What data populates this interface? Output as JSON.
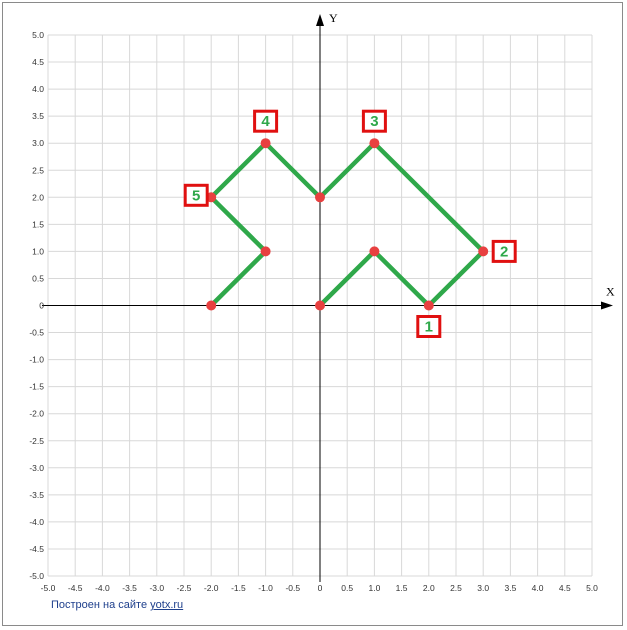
{
  "chart_data": {
    "type": "line",
    "title": "",
    "xlabel": "X",
    "ylabel": "Y",
    "xlim": [
      -5.0,
      5.0
    ],
    "ylim": [
      -5.0,
      5.0
    ],
    "grid": true,
    "x_ticks": [
      "-5.0",
      "-4.5",
      "-4.0",
      "-3.5",
      "-3.0",
      "-2.5",
      "-2.0",
      "-1.5",
      "-1.0",
      "-0.5",
      "0",
      "0.5",
      "1.0",
      "1.5",
      "2.0",
      "2.5",
      "3.0",
      "3.5",
      "4.0",
      "4.5",
      "5.0"
    ],
    "y_ticks": [
      "5.0",
      "4.5",
      "4.0",
      "3.5",
      "3.0",
      "2.5",
      "2.0",
      "1.5",
      "1.0",
      "0.5",
      "0",
      "-0.5",
      "-1.0",
      "-1.5",
      "-2.0",
      "-2.5",
      "-3.0",
      "-3.5",
      "-4.0",
      "-4.5",
      "-5.0"
    ],
    "series": [
      {
        "points": [
          [
            0,
            0
          ],
          [
            1,
            1
          ],
          [
            2,
            0
          ],
          [
            3,
            1
          ],
          [
            1,
            3
          ],
          [
            0,
            2
          ],
          [
            -1,
            3
          ],
          [
            -2,
            2
          ],
          [
            -1,
            1
          ],
          [
            -2,
            0
          ]
        ]
      }
    ],
    "labels": [
      {
        "text": "1",
        "x": 2,
        "y": 0,
        "placement": "below"
      },
      {
        "text": "2",
        "x": 3,
        "y": 1,
        "placement": "right"
      },
      {
        "text": "3",
        "x": 1,
        "y": 3,
        "placement": "above"
      },
      {
        "text": "4",
        "x": -1,
        "y": 3,
        "placement": "above"
      },
      {
        "text": "5",
        "x": -2,
        "y": 2,
        "placement": "left"
      }
    ],
    "colors": {
      "line": "#2fa84a",
      "point": "#e84040",
      "label_box": "#e01010",
      "label_text": "#2fa84a",
      "grid": "#d8d8d8",
      "axis": "#000000"
    }
  },
  "footer": {
    "credit_text": "Построен на сайте ",
    "credit_link": "yotx.ru"
  }
}
